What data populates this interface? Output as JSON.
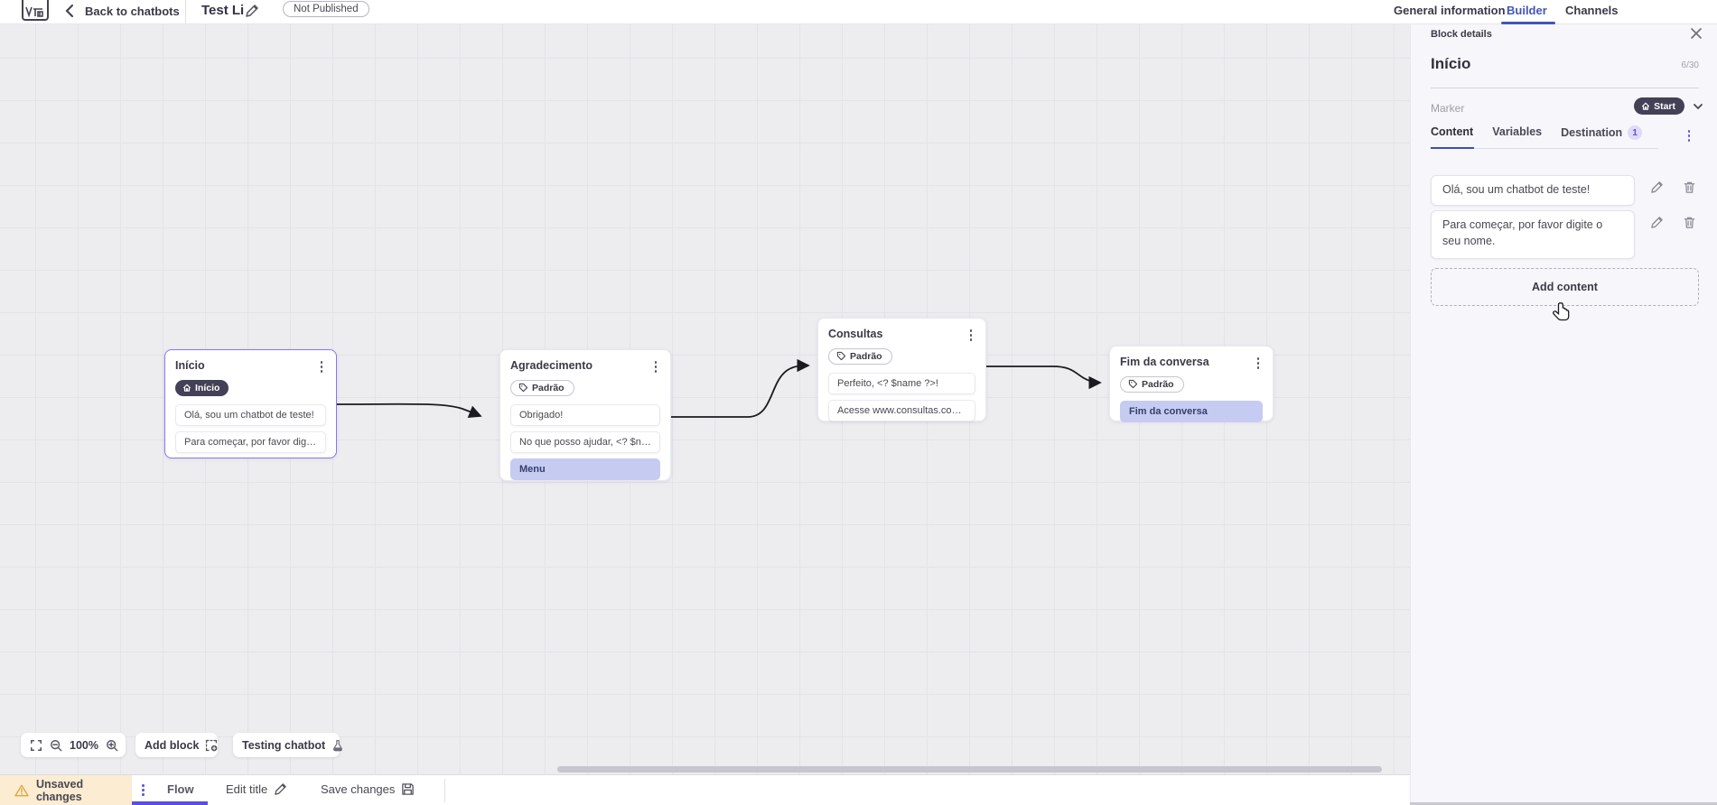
{
  "colors": {
    "accent_purple": "#5b4ee6",
    "active_tab_blue": "#4355b8",
    "panel_tab_underline": "#3c4fae",
    "dark_pill": "#434156",
    "highlight_item_bg": "#c6cbf2",
    "selected_block_border": "#8877ec",
    "unsaved_bg": "#fbecd2",
    "badge_bg": "#dfdaf8",
    "badge_text": "#5555d6",
    "canvas_bg": "#ededf0"
  },
  "topbar": {
    "back_label": "Back to chatbots",
    "title": "Test Li",
    "status_badge": "Not Published",
    "tabs": [
      {
        "label": "General information",
        "active": false
      },
      {
        "label": "Builder",
        "active": true
      },
      {
        "label": "Channels",
        "active": false
      }
    ]
  },
  "canvas": {
    "zoom_level": "100%",
    "add_block_label": "Add block",
    "testing_label": "Testing chatbot",
    "blocks": [
      {
        "title": "Início",
        "badge": "Início",
        "selected": true,
        "items": [
          {
            "text": "Olá, sou um chatbot de teste!"
          },
          {
            "text": "Para começar, por favor digite o ..."
          }
        ]
      },
      {
        "title": "Agradecimento",
        "badge": "Padrão",
        "items": [
          {
            "text": "Obrigado!"
          },
          {
            "text": "No que posso ajudar, <? $name ..."
          },
          {
            "text": "Menu",
            "highlight": true
          }
        ]
      },
      {
        "title": "Consultas",
        "badge": "Padrão",
        "items": [
          {
            "text": "Perfeito, <? $name ?>!"
          },
          {
            "text": "Acesse www.consultas.com par..."
          }
        ]
      },
      {
        "title": "Fim da conversa",
        "badge": "Padrão",
        "items": [
          {
            "text": "Fim da conversa",
            "highlight": true
          }
        ]
      }
    ]
  },
  "panel": {
    "header": "Block details",
    "block_name": "Início",
    "char_counter": "6/30",
    "marker_label": "Marker",
    "marker_value": "Start",
    "tabs": [
      {
        "label": "Content",
        "active": true
      },
      {
        "label": "Variables",
        "active": false
      },
      {
        "label": "Destination",
        "active": false,
        "badge": "1"
      }
    ],
    "contents": [
      {
        "text": "Olá, sou um chatbot de teste!"
      },
      {
        "text": "Para começar, por favor digite o seu nome."
      }
    ],
    "add_content_label": "Add content"
  },
  "bottombar": {
    "unsaved_label": "Unsaved changes",
    "flow_tab": "Flow",
    "edit_title_label": "Edit title",
    "save_label": "Save changes"
  }
}
